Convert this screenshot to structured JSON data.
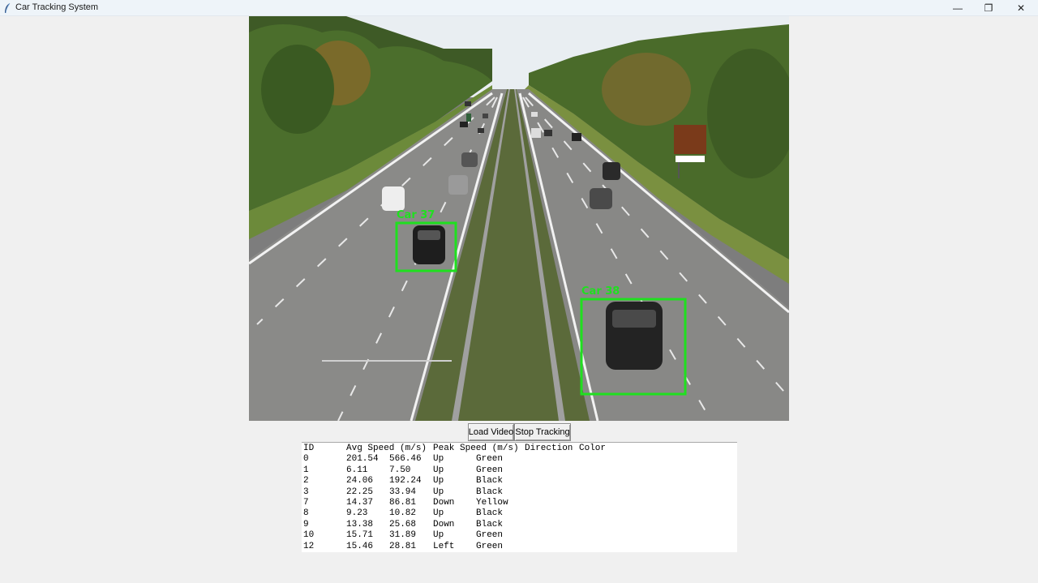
{
  "window": {
    "title": "Car Tracking System",
    "controls": {
      "minimize": "—",
      "maximize": "❐",
      "close": "✕"
    }
  },
  "video": {
    "detections": [
      {
        "label": "Car 37",
        "box_color": "#22e022"
      },
      {
        "label": "Car 38",
        "box_color": "#22e022"
      }
    ]
  },
  "buttons": {
    "load_video": "Load Video",
    "stop_tracking": "Stop Tracking"
  },
  "results": {
    "headers": {
      "id": "ID",
      "avg_speed": "Avg Speed (m/s)",
      "peak_speed": "Peak Speed (m/s)",
      "direction": "Direction",
      "color": "Color"
    },
    "rows": [
      {
        "id": "0",
        "avg": "201.54",
        "peak": "566.46",
        "direction": "Up",
        "color": "Green"
      },
      {
        "id": "1",
        "avg": "6.11",
        "peak": "7.50",
        "direction": "Up",
        "color": "Green"
      },
      {
        "id": "2",
        "avg": "24.06",
        "peak": "192.24",
        "direction": "Up",
        "color": "Black"
      },
      {
        "id": "3",
        "avg": "22.25",
        "peak": "33.94",
        "direction": "Up",
        "color": "Black"
      },
      {
        "id": "7",
        "avg": "14.37",
        "peak": "86.81",
        "direction": "Down",
        "color": "Yellow"
      },
      {
        "id": "8",
        "avg": "9.23",
        "peak": "10.82",
        "direction": "Up",
        "color": "Black"
      },
      {
        "id": "9",
        "avg": "13.38",
        "peak": "25.68",
        "direction": "Down",
        "color": "Black"
      },
      {
        "id": "10",
        "avg": "15.71",
        "peak": "31.89",
        "direction": "Up",
        "color": "Green"
      },
      {
        "id": "12",
        "avg": "15.46",
        "peak": "28.81",
        "direction": "Left",
        "color": "Green"
      }
    ]
  }
}
